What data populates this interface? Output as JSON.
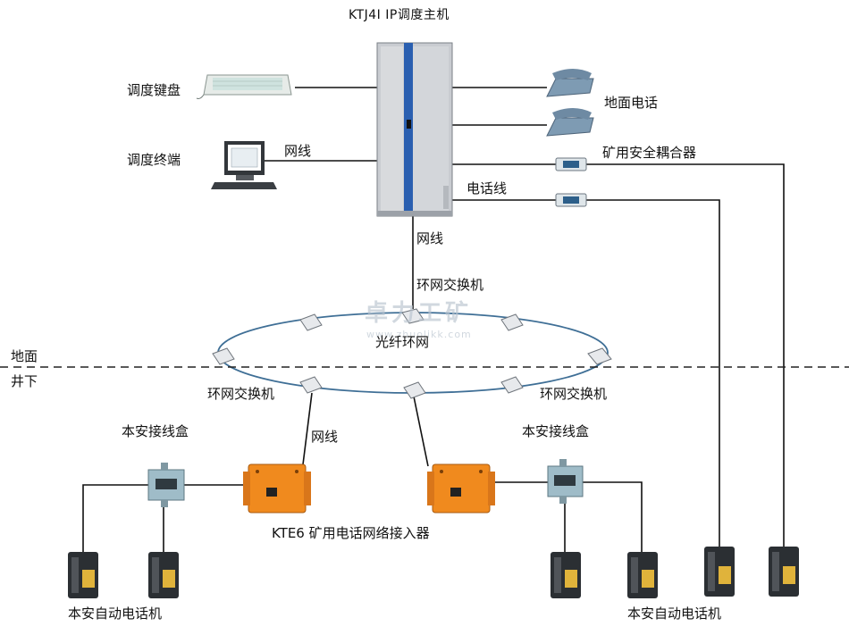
{
  "title": "KTJ4I IP调度主机",
  "labels": {
    "dispatch_keyboard": "调度键盘",
    "dispatch_terminal": "调度终端",
    "ground_phone": "地面电话",
    "safety_coupler": "矿用安全耦合器",
    "phone_line": "电话线",
    "net_cable_terminal": "网线",
    "net_cable_host": "网线",
    "net_cable_access": "网线",
    "ring_switch_top": "环网交换机",
    "ring_switch_left": "环网交换机",
    "ring_switch_right": "环网交换机",
    "fiber_ring": "光纤环网",
    "surface": "地面",
    "underground": "井下",
    "junction_box_left": "本安接线盒",
    "junction_box_right": "本安接线盒",
    "access_device": "KTE6 矿用电话网络接入器",
    "auto_phone_left": "本安自动电话机",
    "auto_phone_right": "本安自动电话机"
  },
  "watermark": {
    "text": "卓力工矿",
    "url": "www.zhuolikk.com"
  },
  "colors": {
    "line": "#111111",
    "ring": "#3f6f96",
    "cabinet": "#c9ccd1",
    "cabinet_stripe": "#2a5fb0",
    "access_device": "#f08a1e",
    "junction_box": "#9fbcc8",
    "phone_body": "#2b2f33",
    "keypad": "#e0b33b"
  }
}
